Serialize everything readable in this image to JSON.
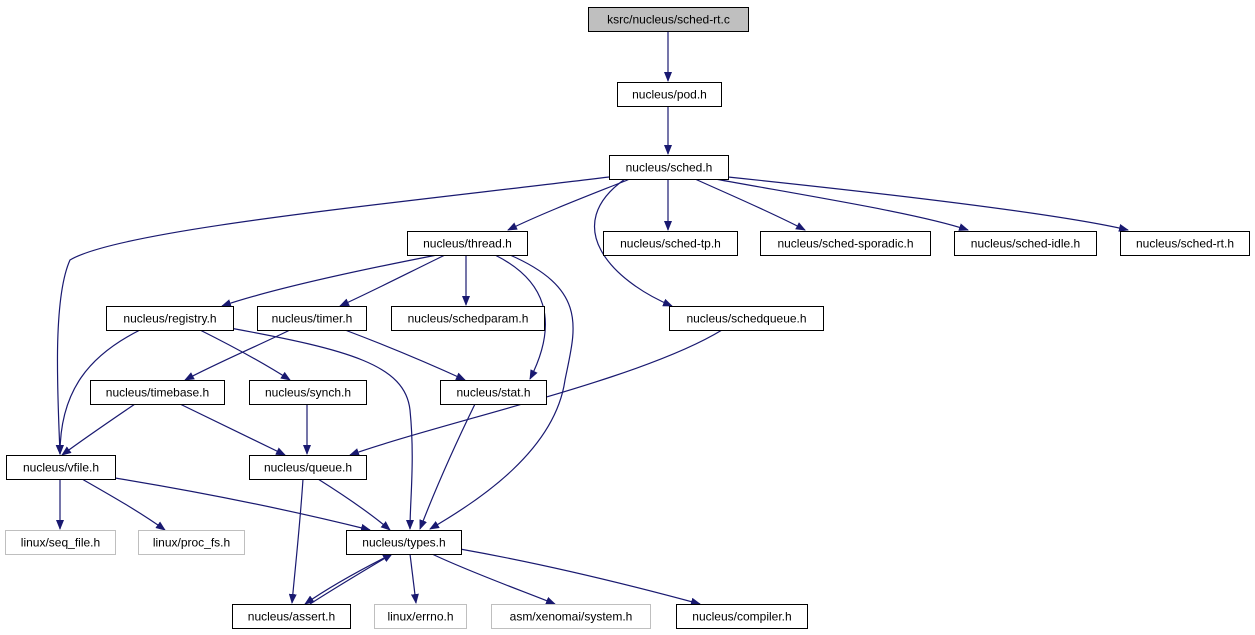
{
  "colors": {
    "edge": "#191970",
    "root_fill": "#bfbfbf",
    "node_border": "#000000",
    "external_border": "#bfbfbf",
    "node_fill": "#ffffff"
  },
  "nodes": [
    {
      "id": "sched_rt_c",
      "label": "ksrc/nucleus/sched-rt.c",
      "kind": "root"
    },
    {
      "id": "pod_h",
      "label": "nucleus/pod.h",
      "kind": "normal"
    },
    {
      "id": "sched_h",
      "label": "nucleus/sched.h",
      "kind": "normal"
    },
    {
      "id": "thread_h",
      "label": "nucleus/thread.h",
      "kind": "normal"
    },
    {
      "id": "sched_tp_h",
      "label": "nucleus/sched-tp.h",
      "kind": "normal"
    },
    {
      "id": "sched_sporadic_h",
      "label": "nucleus/sched-sporadic.h",
      "kind": "normal"
    },
    {
      "id": "sched_idle_h",
      "label": "nucleus/sched-idle.h",
      "kind": "normal"
    },
    {
      "id": "sched_rt_h",
      "label": "nucleus/sched-rt.h",
      "kind": "normal"
    },
    {
      "id": "registry_h",
      "label": "nucleus/registry.h",
      "kind": "normal"
    },
    {
      "id": "timer_h",
      "label": "nucleus/timer.h",
      "kind": "normal"
    },
    {
      "id": "schedparam_h",
      "label": "nucleus/schedparam.h",
      "kind": "normal"
    },
    {
      "id": "schedqueue_h",
      "label": "nucleus/schedqueue.h",
      "kind": "normal"
    },
    {
      "id": "timebase_h",
      "label": "nucleus/timebase.h",
      "kind": "normal"
    },
    {
      "id": "synch_h",
      "label": "nucleus/synch.h",
      "kind": "normal"
    },
    {
      "id": "stat_h",
      "label": "nucleus/stat.h",
      "kind": "normal"
    },
    {
      "id": "vfile_h",
      "label": "nucleus/vfile.h",
      "kind": "normal"
    },
    {
      "id": "queue_h",
      "label": "nucleus/queue.h",
      "kind": "normal"
    },
    {
      "id": "seq_file_h",
      "label": "linux/seq_file.h",
      "kind": "external"
    },
    {
      "id": "proc_fs_h",
      "label": "linux/proc_fs.h",
      "kind": "external"
    },
    {
      "id": "types_h",
      "label": "nucleus/types.h",
      "kind": "normal"
    },
    {
      "id": "assert_h",
      "label": "nucleus/assert.h",
      "kind": "normal"
    },
    {
      "id": "errno_h",
      "label": "linux/errno.h",
      "kind": "external"
    },
    {
      "id": "system_h",
      "label": "asm/xenomai/system.h",
      "kind": "external"
    },
    {
      "id": "compiler_h",
      "label": "nucleus/compiler.h",
      "kind": "normal"
    }
  ],
  "edges": [
    {
      "from": "sched_rt_c",
      "to": "pod_h"
    },
    {
      "from": "pod_h",
      "to": "sched_h"
    },
    {
      "from": "sched_h",
      "to": "thread_h"
    },
    {
      "from": "sched_h",
      "to": "sched_tp_h"
    },
    {
      "from": "sched_h",
      "to": "sched_sporadic_h"
    },
    {
      "from": "sched_h",
      "to": "sched_idle_h"
    },
    {
      "from": "sched_h",
      "to": "sched_rt_h"
    },
    {
      "from": "sched_h",
      "to": "schedqueue_h"
    },
    {
      "from": "sched_h",
      "to": "vfile_h"
    },
    {
      "from": "thread_h",
      "to": "registry_h"
    },
    {
      "from": "thread_h",
      "to": "timer_h"
    },
    {
      "from": "thread_h",
      "to": "schedparam_h"
    },
    {
      "from": "thread_h",
      "to": "stat_h"
    },
    {
      "from": "thread_h",
      "to": "types_h"
    },
    {
      "from": "registry_h",
      "to": "synch_h"
    },
    {
      "from": "registry_h",
      "to": "vfile_h"
    },
    {
      "from": "registry_h",
      "to": "types_h"
    },
    {
      "from": "timer_h",
      "to": "timebase_h"
    },
    {
      "from": "timer_h",
      "to": "stat_h"
    },
    {
      "from": "schedqueue_h",
      "to": "queue_h"
    },
    {
      "from": "timebase_h",
      "to": "vfile_h"
    },
    {
      "from": "timebase_h",
      "to": "queue_h"
    },
    {
      "from": "synch_h",
      "to": "queue_h"
    },
    {
      "from": "stat_h",
      "to": "types_h"
    },
    {
      "from": "vfile_h",
      "to": "seq_file_h"
    },
    {
      "from": "vfile_h",
      "to": "proc_fs_h"
    },
    {
      "from": "vfile_h",
      "to": "types_h"
    },
    {
      "from": "queue_h",
      "to": "types_h"
    },
    {
      "from": "queue_h",
      "to": "assert_h"
    },
    {
      "from": "types_h",
      "to": "assert_h"
    },
    {
      "from": "assert_h",
      "to": "types_h"
    },
    {
      "from": "types_h",
      "to": "errno_h"
    },
    {
      "from": "types_h",
      "to": "system_h"
    },
    {
      "from": "types_h",
      "to": "compiler_h"
    }
  ]
}
